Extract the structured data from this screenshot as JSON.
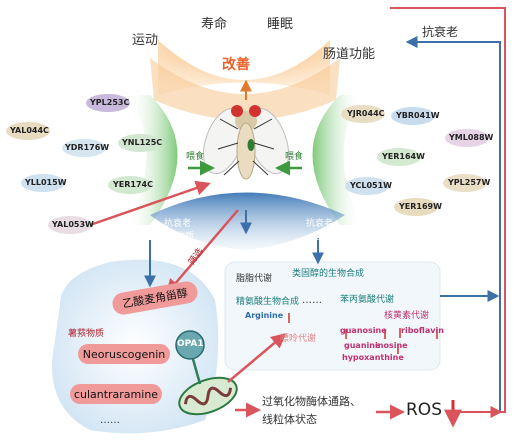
{
  "top_labels": {
    "exercise": "运动",
    "lifespan": "寿命",
    "sleep": "睡眠",
    "intestinal": "肠道功能"
  },
  "improve": "改善",
  "anti_aging_top": "抗衰老",
  "feeding_left": "喂食",
  "feeding_right": "喂食",
  "genes_left": [
    "YPL253C",
    "YAL044C",
    "YDR176W",
    "YNL125C",
    "YLL015W",
    "YER174C",
    "YAL053W"
  ],
  "genes_right": [
    "YJR044C",
    "YBR041W",
    "YML088W",
    "YER164W",
    "YPL257W",
    "YCL051W",
    "YER169W"
  ],
  "anti_aging_substance": {
    "line1": "抗衰老",
    "line2": "活性物质"
  },
  "anti_aging_pathway": {
    "line1": "抗衰老",
    "line2": "途径"
  },
  "screen_label": "筛选",
  "left_panel": {
    "precursor": "乙酸麦角甾醇",
    "saponins": "薯蓣物质",
    "compound1": "Neoruscogenin",
    "compound2": "culantraramine",
    "dots": "……",
    "opa1": "OPA1"
  },
  "right_panel": {
    "lipid": "脂脂代谢",
    "steroid": "类固醇的生物合成",
    "amino": "精氨酸生物合成",
    "dots": "……",
    "phe": "苯丙氨酸代谢",
    "arginine": "Arginine",
    "purine": "嘌呤代谢",
    "riboflavin_met": "核黄素代谢",
    "guanosine": "guanosine",
    "guanine": "guanine",
    "inosine": "inosine",
    "hypoxanthine": "hypoxanthine",
    "riboflavin": "riboflavin"
  },
  "peroxisome": {
    "line1": "过氧化物酶体通路、",
    "line2": "线粒体状态"
  },
  "ros": "ROS",
  "colors": {
    "orange": "#f6c48c",
    "green": "#8cc98a",
    "blue": "#3d6fa8",
    "red": "#d9545b",
    "pink": "#f19a9a",
    "teal": "#2a8a8a"
  }
}
